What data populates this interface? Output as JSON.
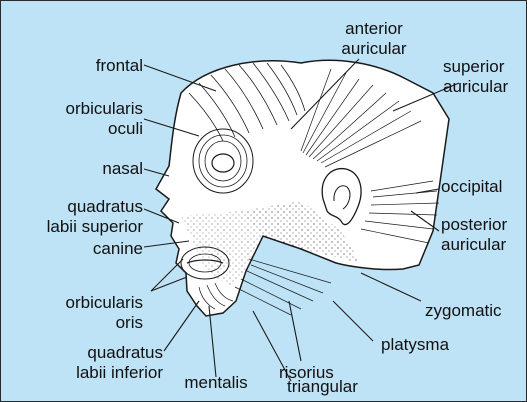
{
  "colors": {
    "background": "#bfe3f6",
    "line": "#1a1a1a",
    "face": "#ffffff"
  },
  "labels": {
    "frontal": "frontal",
    "orbicularis_oculi": [
      "orbicularis",
      "oculi"
    ],
    "nasal": "nasal",
    "quadratus_labii_superior": [
      "quadratus",
      "labii superior"
    ],
    "canine": "canine",
    "orbicularis_oris": [
      "orbicularis",
      "oris"
    ],
    "quadratus_labii_inferior": [
      "quadratus",
      "labii inferior"
    ],
    "mentalis": "mentalis",
    "anterior_auricular": [
      "anterior",
      "auricular"
    ],
    "superior_auricular": [
      "superior",
      "auricular"
    ],
    "occipital": "occipital",
    "posterior_auricular": [
      "posterior",
      "auricular"
    ],
    "zygomatic": "zygomatic",
    "platysma": "platysma",
    "risorius": "risorius",
    "triangular": "triangular"
  }
}
